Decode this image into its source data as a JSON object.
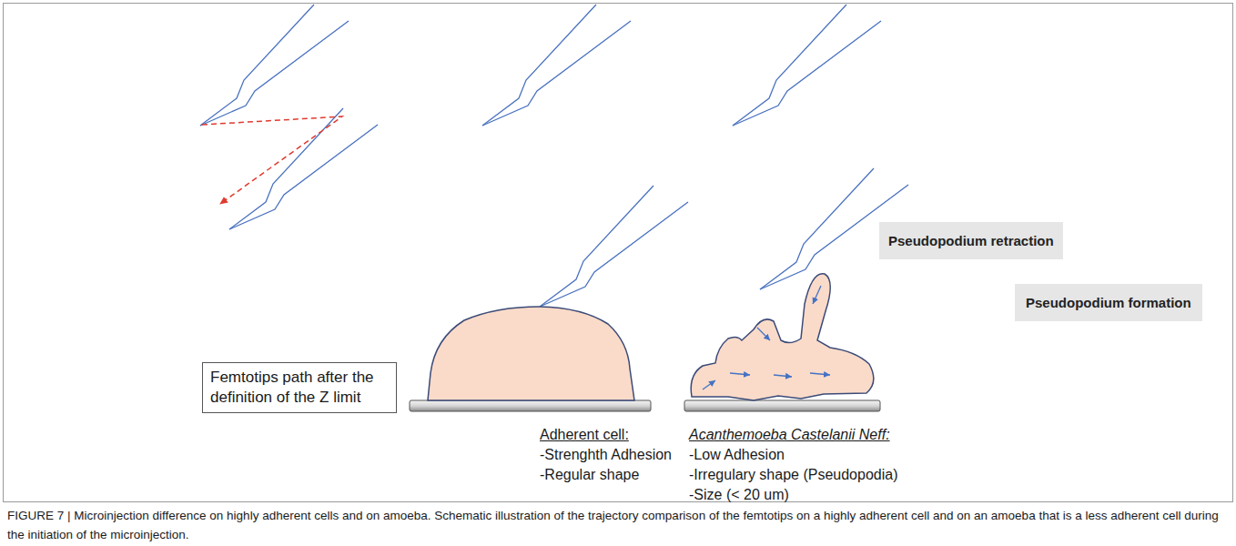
{
  "diagram": {
    "caption": "FIGURE 7 | Microinjection difference on highly adherent cells and on amoeba. Schematic illustration of the trajectory comparison of the femtotips on a highly adherent cell and on an amoeba that is a less adherent cell during the initiation of the microinjection.",
    "nodes": [
      {
        "text": [
          "Femtotips path after the definition of the Z limit"
        ]
      },
      {
        "text": [
          "Pseudopodium retraction"
        ]
      },
      {
        "text": [
          "Pseudopodium formation"
        ]
      }
    ],
    "labels": [
      "Adherent cell:",
      "-Strenghth Adhesion",
      "-Regular shape",
      "Acanthemoeba Castelanii Neff:",
      "-Low Adhesion",
      "-Irregulary shape (Pseudopodia)",
      "-Size (< 20 um)"
    ]
  }
}
